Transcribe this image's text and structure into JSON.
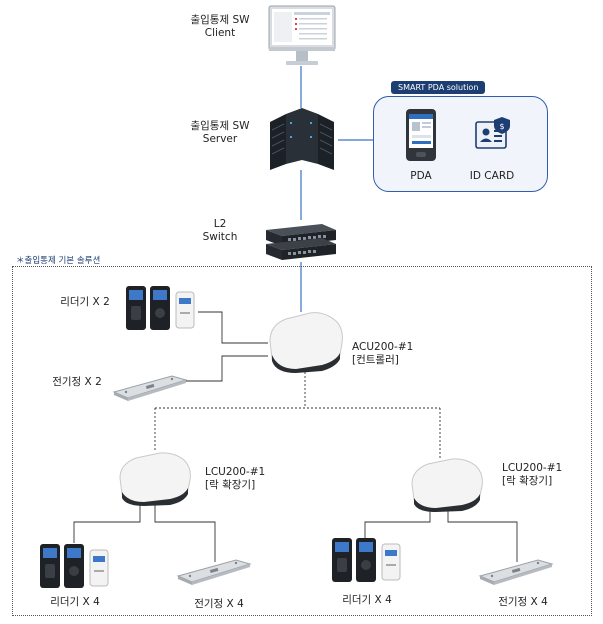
{
  "nodes": {
    "client": {
      "line1": "출입통제 SW",
      "line2": "Client"
    },
    "server": {
      "line1": "출입통제 SW",
      "line2": "Server"
    },
    "switch": {
      "line1": "L2",
      "line2": "Switch"
    },
    "acu": {
      "line1": "ACU200-#1",
      "line2": "[컨트롤러]"
    },
    "lcu_left": {
      "line1": "LCU200-#1",
      "line2": "[락 확장기]"
    },
    "lcu_right": {
      "line1": "LCU200-#1",
      "line2": "[락 확장기]"
    }
  },
  "pda_panel": {
    "tag": "SMART PDA solution",
    "pda_label": "PDA",
    "idcard_label": "ID CARD"
  },
  "basic_note": "＊출입통제 기본 솔루션",
  "devices": {
    "reader_top": "리더기 X 2",
    "lock_top": "전기정 X 2",
    "reader_bl": "리더기 X 4",
    "lock_bl": "전기정 X 4",
    "reader_br": "리더기 X 4",
    "lock_br": "전기정 X 4"
  },
  "colors": {
    "network_line": "#3b73c4",
    "panel_border": "#2e5fa8",
    "panel_fill": "#f1f5fb",
    "tag_fill": "#1d3e73"
  }
}
